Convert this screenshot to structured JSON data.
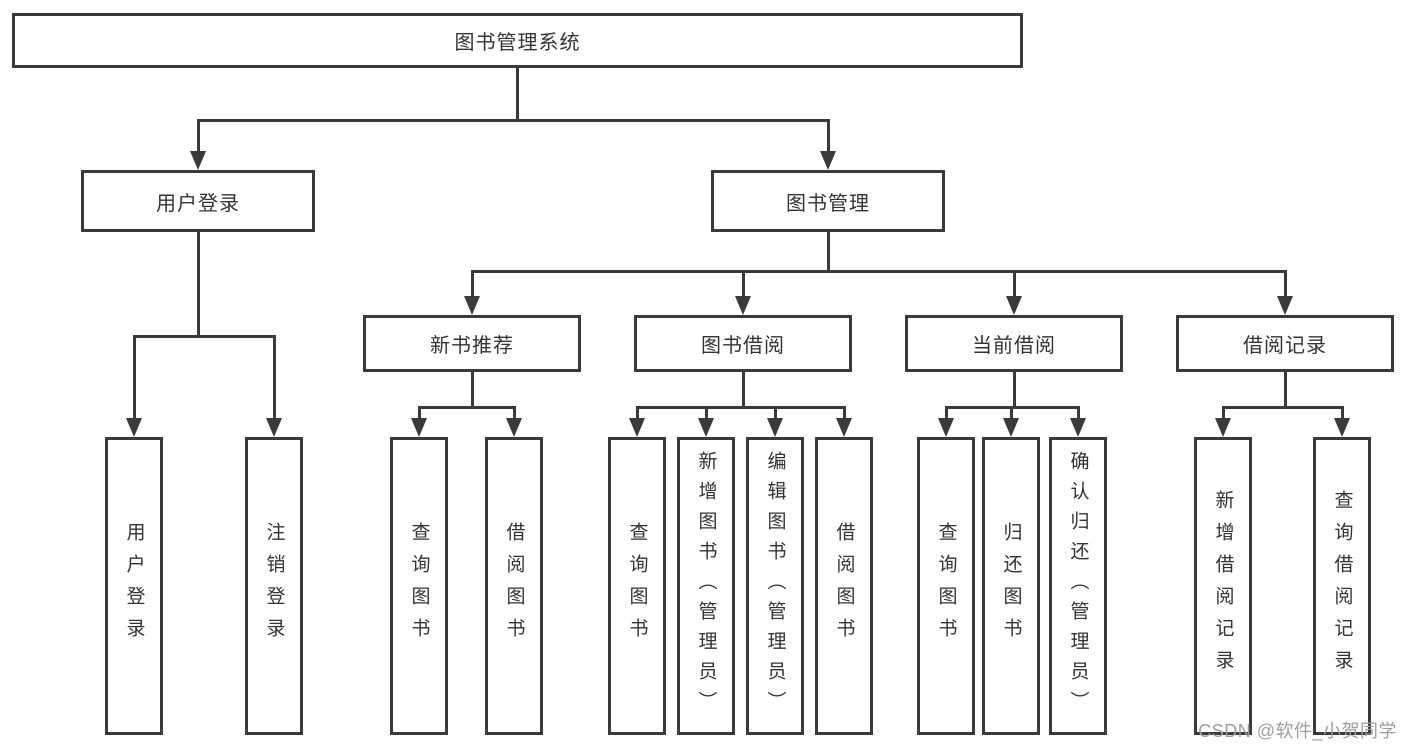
{
  "diagram": {
    "type": "hierarchy",
    "title": "图书管理系统"
  },
  "nodes": {
    "root": {
      "label": "图书管理系统"
    },
    "user_login": {
      "label": "用户登录"
    },
    "book_mgmt": {
      "label": "图书管理"
    },
    "new_book_rec": {
      "label": "新书推荐"
    },
    "book_borrow": {
      "label": "图书借阅"
    },
    "current_borrow": {
      "label": "当前借阅"
    },
    "borrow_records": {
      "label": "借阅记录"
    },
    "leaf_user_login": {
      "label": "用户登录"
    },
    "leaf_logout": {
      "label": "注销登录"
    },
    "leaf_query_book_1": {
      "label": "查询图书"
    },
    "leaf_borrow_book_1": {
      "label": "借阅图书"
    },
    "leaf_query_book_2": {
      "label": "查询图书"
    },
    "leaf_add_book": {
      "label": "新增图书（管理员）"
    },
    "leaf_edit_book": {
      "label": "编辑图书（管理员）"
    },
    "leaf_borrow_book_2": {
      "label": "借阅图书"
    },
    "leaf_query_book_3": {
      "label": "查询图书"
    },
    "leaf_return_book": {
      "label": "归还图书"
    },
    "leaf_confirm_return": {
      "label": "确认归还（管理员）"
    },
    "leaf_add_record": {
      "label": "新增借阅记录"
    },
    "leaf_query_record": {
      "label": "查询借阅记录"
    }
  },
  "edges": [
    {
      "from": "root",
      "to": "user_login"
    },
    {
      "from": "root",
      "to": "book_mgmt"
    },
    {
      "from": "user_login",
      "to": "leaf_user_login"
    },
    {
      "from": "user_login",
      "to": "leaf_logout"
    },
    {
      "from": "book_mgmt",
      "to": "new_book_rec"
    },
    {
      "from": "book_mgmt",
      "to": "book_borrow"
    },
    {
      "from": "book_mgmt",
      "to": "current_borrow"
    },
    {
      "from": "book_mgmt",
      "to": "borrow_records"
    },
    {
      "from": "new_book_rec",
      "to": "leaf_query_book_1"
    },
    {
      "from": "new_book_rec",
      "to": "leaf_borrow_book_1"
    },
    {
      "from": "book_borrow",
      "to": "leaf_query_book_2"
    },
    {
      "from": "book_borrow",
      "to": "leaf_add_book"
    },
    {
      "from": "book_borrow",
      "to": "leaf_edit_book"
    },
    {
      "from": "book_borrow",
      "to": "leaf_borrow_book_2"
    },
    {
      "from": "current_borrow",
      "to": "leaf_query_book_3"
    },
    {
      "from": "current_borrow",
      "to": "leaf_return_book"
    },
    {
      "from": "current_borrow",
      "to": "leaf_confirm_return"
    },
    {
      "from": "borrow_records",
      "to": "leaf_add_record"
    },
    {
      "from": "borrow_records",
      "to": "leaf_query_record"
    }
  ],
  "watermark": {
    "text": "CSDN @软件_小贺同学"
  },
  "colors": {
    "line": "#3a3a3a",
    "text": "#333333",
    "background": "#ffffff",
    "watermark_text": "#9e9e9e"
  }
}
